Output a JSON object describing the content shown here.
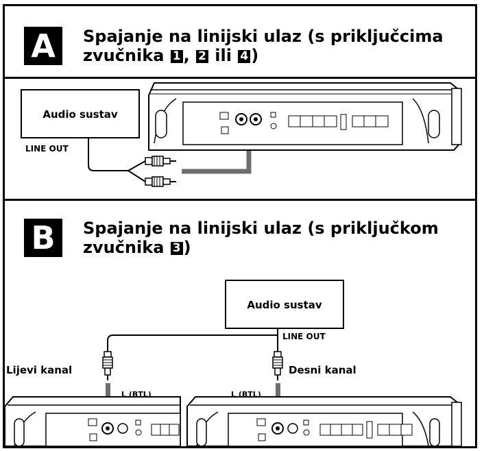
{
  "section_a": {
    "letter": "A",
    "title_line1": "Spajanje na linijski ulaz (s priključcima",
    "title_line2_prefix": "zvučnika",
    "badge1": "1",
    "sep1": ",",
    "badge2": "2",
    "word_or": "ili",
    "badge3": "4",
    "close": ")",
    "device_label": "Audio sustav",
    "line_out": "LINE OUT"
  },
  "section_b": {
    "letter": "B",
    "title_line1": "Spajanje na linijski ulaz (s priključkom",
    "title_line2_prefix": "zvučnika",
    "badge": "3",
    "close": ")",
    "device_label": "Audio sustav",
    "line_out": "LINE OUT",
    "left_channel": "Lijevi kanal",
    "right_channel": "Desni kanal",
    "l_btl_left": "L (BTL)",
    "l_btl_right": "L (BTL)"
  },
  "colors": {
    "ink": "#000000",
    "arrow": "#6e6e6e",
    "paper": "#ffffff"
  }
}
